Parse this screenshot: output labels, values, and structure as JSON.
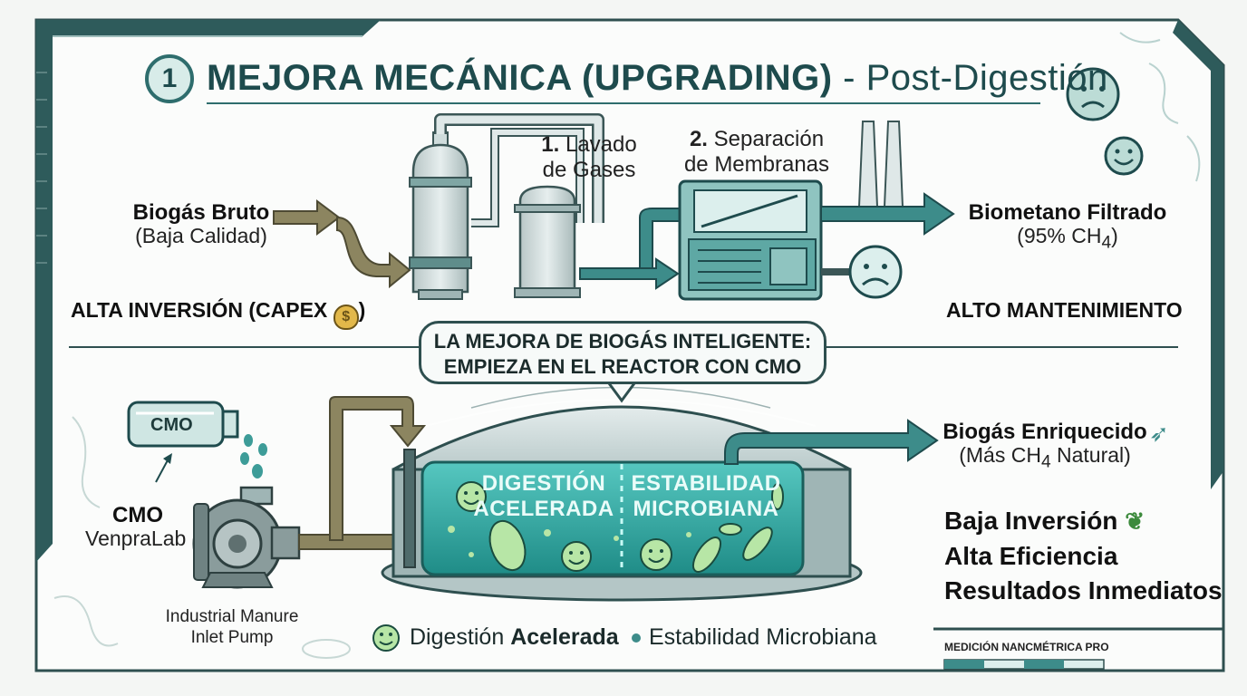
{
  "header": {
    "number": "1",
    "title_main": "MEJORA MECÁNICA (UPGRADING)",
    "title_sub": "- Post-Digestión"
  },
  "upgrading": {
    "input_main": "Biogás Bruto",
    "input_sub": "(Baja Calidad)",
    "step1_num": "1.",
    "step1_line1": "Lavado",
    "step1_line2": "de Gases",
    "step2_num": "2.",
    "step2_line1": "Separación",
    "step2_line2": "de Membranas",
    "output_main": "Biometano Filtrado",
    "output_sub_pre": "(95% CH",
    "output_sub_subscript": "4",
    "output_sub_post": ")",
    "cost_left": "ALTA INVERSIÓN (CAPEX",
    "cost_left_close": ")",
    "cost_right": "ALTO MANTENIMIENTO"
  },
  "callout": {
    "line1": "LA MEJORA DE BIOGÁS INTELIGENTE:",
    "line2": "EMPIEZA EN EL REACTOR CON CMO"
  },
  "reactor": {
    "bottle_label": "CMO",
    "cmo_main": "CMO",
    "cmo_sub": "VenpraLab",
    "pump_line1": "Industrial Manure",
    "pump_line2": "Inlet Pump",
    "tank_left_line1": "DIGESTIÓN",
    "tank_left_line2": "ACELERADA",
    "tank_right_line1": "ESTABILIDAD",
    "tank_right_line2": "MICROBIANA",
    "output_main": "Biogás Enriquecido",
    "output_sub_pre": "(Más CH",
    "output_sub_subscript": "4",
    "output_sub_post": " Natural)",
    "benefit1": "Baja Inversión",
    "benefit2": "Alta Eficiencia",
    "benefit3": "Resultados Inmediatos"
  },
  "legend": {
    "item1_pre": "Digestión",
    "item1_bold": "Acelerada",
    "item2": "Estabilidad Microbiana"
  },
  "footer": {
    "brand": "MEDICIÓN NANCMÉTRICA PRO"
  },
  "colors": {
    "teal_dark": "#1e4b4d",
    "teal": "#3d8c8a",
    "teal_light": "#8fd3cc",
    "olive": "#7d7650",
    "tank_liquid": "#35b3ad"
  }
}
